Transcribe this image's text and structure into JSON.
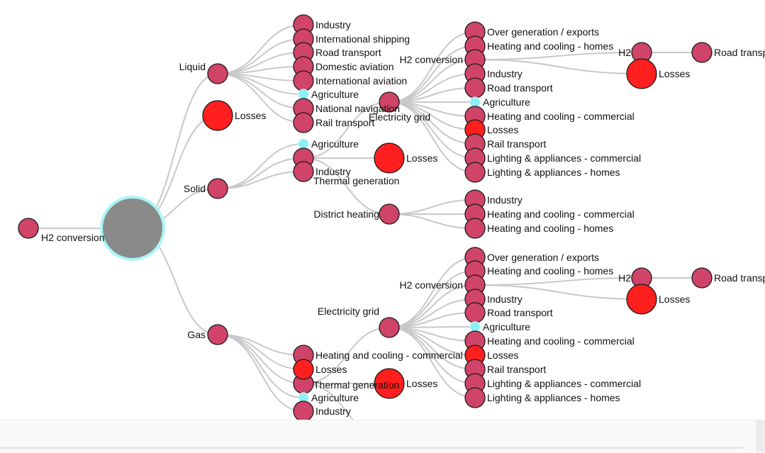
{
  "colors": {
    "node": "#cf4468",
    "loss": "#ff1f1f",
    "small": "#8ef0f5",
    "root": "#8a8a8a",
    "root_ring": "#a9f6f8",
    "link": "#c8c8c8"
  },
  "nodes": [
    {
      "id": "root",
      "label": "",
      "kind": "root"
    },
    {
      "id": "h2c0",
      "label": "H2 conversion",
      "kind": "node",
      "parent": "root"
    },
    {
      "id": "liquid",
      "label": "Liquid",
      "kind": "node",
      "parent": "root"
    },
    {
      "id": "losses_root",
      "label": "Losses",
      "kind": "loss",
      "parent": "root"
    },
    {
      "id": "solid",
      "label": "Solid",
      "kind": "node",
      "parent": "root"
    },
    {
      "id": "gas",
      "label": "Gas",
      "kind": "node",
      "parent": "root"
    },
    {
      "id": "liq_ind",
      "label": "Industry",
      "kind": "node",
      "parent": "liquid"
    },
    {
      "id": "liq_ship",
      "label": "International shipping",
      "kind": "node",
      "parent": "liquid"
    },
    {
      "id": "liq_road",
      "label": "Road transport",
      "kind": "node",
      "parent": "liquid"
    },
    {
      "id": "liq_domav",
      "label": "Domestic aviation",
      "kind": "node",
      "parent": "liquid"
    },
    {
      "id": "liq_intav",
      "label": "International aviation",
      "kind": "node",
      "parent": "liquid"
    },
    {
      "id": "liq_agri",
      "label": "Agriculture",
      "kind": "small",
      "parent": "liquid"
    },
    {
      "id": "liq_nav",
      "label": "National navigation",
      "kind": "node",
      "parent": "liquid"
    },
    {
      "id": "liq_rail",
      "label": "Rail transport",
      "kind": "node",
      "parent": "liquid"
    },
    {
      "id": "sol_agri",
      "label": "Agriculture",
      "kind": "small",
      "parent": "solid"
    },
    {
      "id": "sol_therm",
      "label": "Thermal generation",
      "kind": "node",
      "parent": "solid"
    },
    {
      "id": "sol_ind",
      "label": "Industry",
      "kind": "node",
      "parent": "solid"
    },
    {
      "id": "st_grid",
      "label": "Electricity grid",
      "kind": "node",
      "parent": "sol_therm"
    },
    {
      "id": "st_loss",
      "label": "Losses",
      "kind": "loss",
      "parent": "sol_therm"
    },
    {
      "id": "st_dh",
      "label": "District heating",
      "kind": "node",
      "parent": "sol_therm"
    },
    {
      "id": "g1_over",
      "label": "Over generation / exports",
      "kind": "node",
      "parent": "st_grid"
    },
    {
      "id": "g1_hch",
      "label": "Heating and cooling - homes",
      "kind": "node",
      "parent": "st_grid"
    },
    {
      "id": "g1_h2",
      "label": "H2 conversion",
      "kind": "node",
      "parent": "st_grid"
    },
    {
      "id": "g1_ind",
      "label": "Industry",
      "kind": "node",
      "parent": "st_grid"
    },
    {
      "id": "g1_road",
      "label": "Road transport",
      "kind": "node",
      "parent": "st_grid"
    },
    {
      "id": "g1_agri",
      "label": "Agriculture",
      "kind": "small",
      "parent": "st_grid"
    },
    {
      "id": "g1_hcc",
      "label": "Heating and cooling - commercial",
      "kind": "node",
      "parent": "st_grid"
    },
    {
      "id": "g1_loss",
      "label": "Losses",
      "kind": "loss",
      "parent": "st_grid"
    },
    {
      "id": "g1_rail",
      "label": "Rail transport",
      "kind": "node",
      "parent": "st_grid"
    },
    {
      "id": "g1_lac",
      "label": "Lighting & appliances - commercial",
      "kind": "node",
      "parent": "st_grid"
    },
    {
      "id": "g1_lah",
      "label": "Lighting & appliances - homes",
      "kind": "node",
      "parent": "st_grid"
    },
    {
      "id": "g1_h2_h2",
      "label": "H2",
      "kind": "node",
      "parent": "g1_h2"
    },
    {
      "id": "g1_h2_loss",
      "label": "Losses",
      "kind": "loss",
      "parent": "g1_h2"
    },
    {
      "id": "g1_h2_road",
      "label": "Road transport",
      "kind": "node",
      "parent": "g1_h2_h2"
    },
    {
      "id": "dh_ind",
      "label": "Industry",
      "kind": "node",
      "parent": "st_dh"
    },
    {
      "id": "dh_hcc",
      "label": "Heating and cooling - commercial",
      "kind": "node",
      "parent": "st_dh"
    },
    {
      "id": "dh_hch",
      "label": "Heating and cooling - homes",
      "kind": "node",
      "parent": "st_dh"
    },
    {
      "id": "gas_therm",
      "label": "Thermal generation",
      "kind": "node",
      "parent": "gas"
    },
    {
      "id": "gas_hcc",
      "label": "Heating and cooling - commercial",
      "kind": "node",
      "parent": "gas"
    },
    {
      "id": "gas_loss",
      "label": "Losses",
      "kind": "loss",
      "parent": "gas"
    },
    {
      "id": "gas_agri",
      "label": "Agriculture",
      "kind": "small",
      "parent": "gas"
    },
    {
      "id": "gas_ind",
      "label": "Industry",
      "kind": "node",
      "parent": "gas"
    },
    {
      "id": "gt_grid",
      "label": "Electricity grid",
      "kind": "node",
      "parent": "gas_therm"
    },
    {
      "id": "gt_loss",
      "label": "Losses",
      "kind": "loss",
      "parent": "gas_therm"
    },
    {
      "id": "gt_dh",
      "label": "",
      "kind": "node",
      "parent": "gas_therm"
    },
    {
      "id": "g2_over",
      "label": "Over generation / exports",
      "kind": "node",
      "parent": "gt_grid"
    },
    {
      "id": "g2_hch",
      "label": "Heating and cooling - homes",
      "kind": "node",
      "parent": "gt_grid"
    },
    {
      "id": "g2_h2",
      "label": "H2 conversion",
      "kind": "node",
      "parent": "gt_grid"
    },
    {
      "id": "g2_ind",
      "label": "Industry",
      "kind": "node",
      "parent": "gt_grid"
    },
    {
      "id": "g2_road",
      "label": "Road transport",
      "kind": "node",
      "parent": "gt_grid"
    },
    {
      "id": "g2_agri",
      "label": "Agriculture",
      "kind": "small",
      "parent": "gt_grid"
    },
    {
      "id": "g2_hcc",
      "label": "Heating and cooling - commercial",
      "kind": "node",
      "parent": "gt_grid"
    },
    {
      "id": "g2_loss",
      "label": "Losses",
      "kind": "loss",
      "parent": "gt_grid"
    },
    {
      "id": "g2_rail",
      "label": "Rail transport",
      "kind": "node",
      "parent": "gt_grid"
    },
    {
      "id": "g2_lac",
      "label": "Lighting & appliances - commercial",
      "kind": "node",
      "parent": "gt_grid"
    },
    {
      "id": "g2_lah",
      "label": "Lighting & appliances - homes",
      "kind": "node",
      "parent": "gt_grid"
    },
    {
      "id": "g2_h2_h2",
      "label": "H2",
      "kind": "node",
      "parent": "g2_h2"
    },
    {
      "id": "g2_h2_loss",
      "label": "Losses",
      "kind": "loss",
      "parent": "g2_h2"
    },
    {
      "id": "g2_h2_road",
      "label": "Road transport",
      "kind": "node",
      "parent": "g2_h2_h2"
    }
  ]
}
